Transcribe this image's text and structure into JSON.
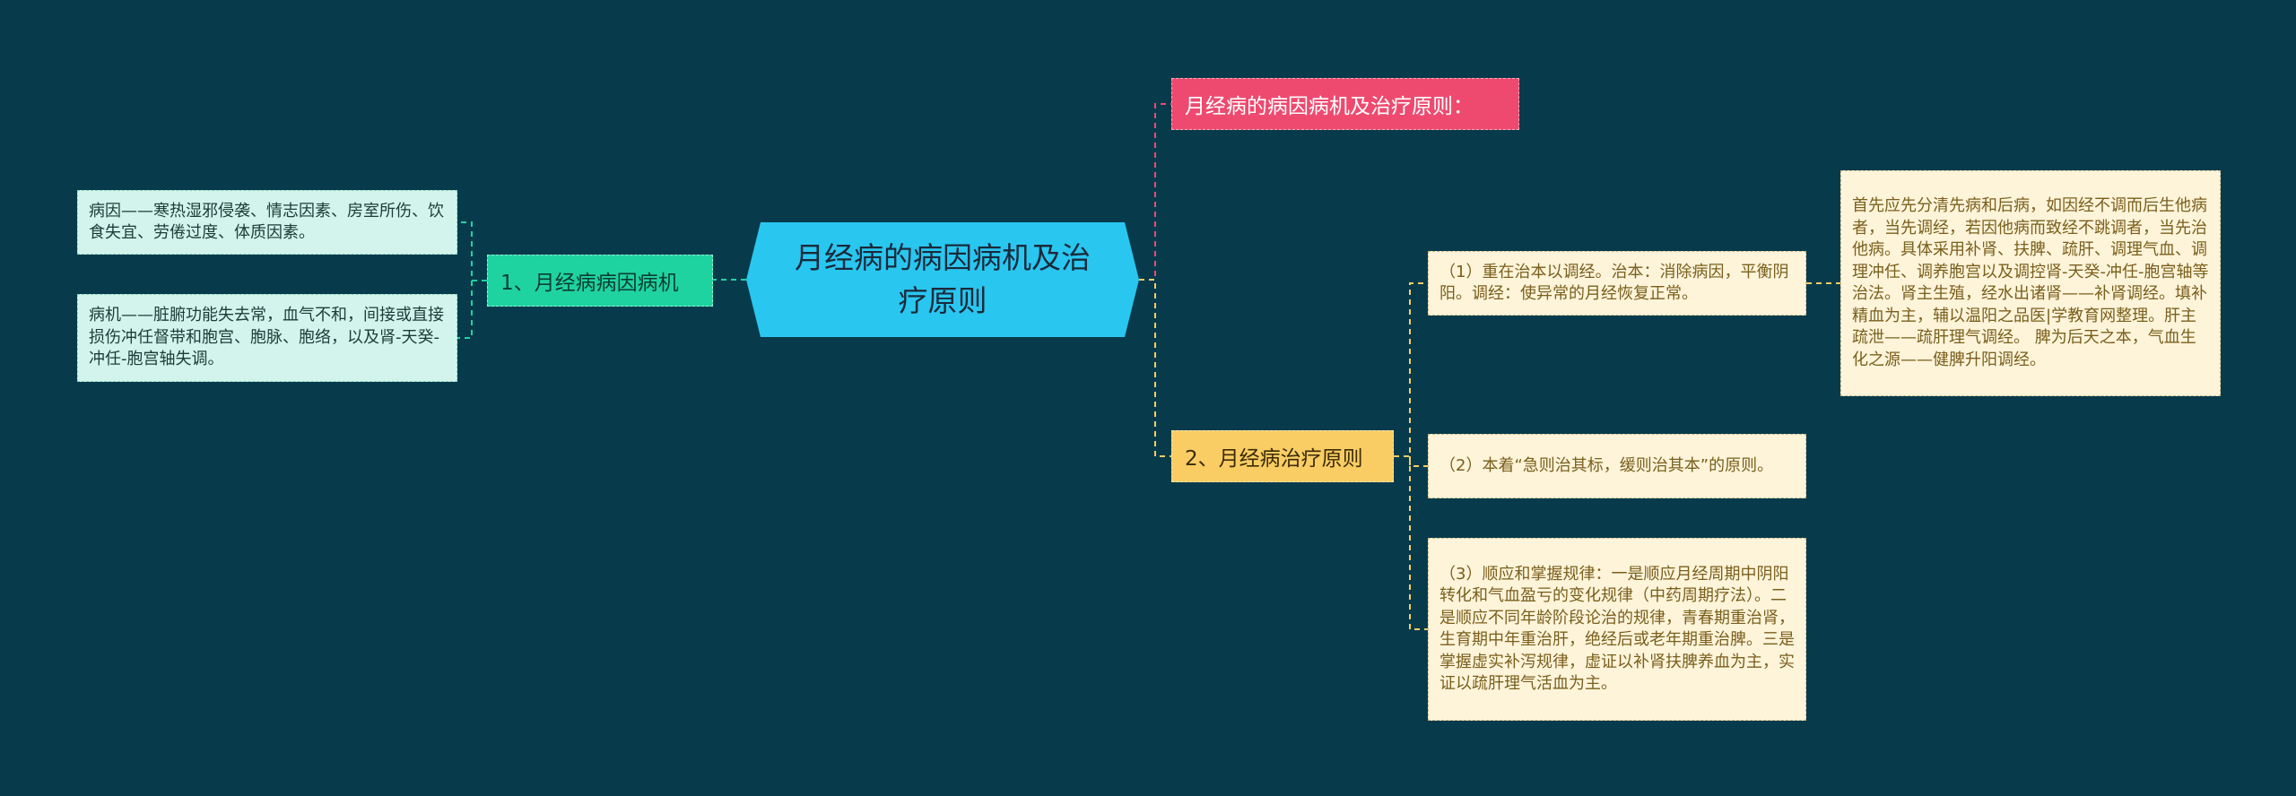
{
  "colors": {
    "background": "#073b4c",
    "root": "#29c6f0",
    "branch_cause": "#1fd3a1",
    "branch_title": "#ee4a6f",
    "branch_treatment": "#f9cd63",
    "leaf_mint": "#d3f4ec",
    "leaf_cream": "#fdf4da"
  },
  "root": {
    "label": "月经病的病因病机及治疗原则"
  },
  "branches": {
    "title": {
      "label": "月经病的病因病机及治疗原则："
    },
    "cause": {
      "label": "1、月经病病因病机",
      "leaves": [
        "病因——寒热湿邪侵袭、情志因素、房室所伤、饮食失宜、劳倦过度、体质因素。",
        "病机——脏腑功能失去常，血气不和，间接或直接损伤冲任督带和胞宫、胞脉、胞络，以及肾-天癸-冲任-胞宫轴失调。"
      ]
    },
    "treatment": {
      "label": "2、月经病治疗原则",
      "leaves": [
        "（1）重在治本以调经。治本：消除病因，平衡阴阳。调经：使异常的月经恢复正常。",
        "（2）本着“急则治其标，缓则治其本”的原则。",
        "（3）顺应和掌握规律：一是顺应月经周期中阴阳转化和气血盈亏的变化规律（中药周期疗法）。二是顺应不同年龄阶段论治的规律，青春期重治肾，生育期中年重治肝，绝经后或老年期重治脾。三是掌握虚实补泻规律，虚证以补肾扶脾养血为主，实证以疏肝理气活血为主。"
      ],
      "detail": "首先应先分清先病和后病，如因经不调而后生他病者，当先调经，若因他病而致经不跳调者，当先治他病。具体采用补肾、扶脾、疏肝、调理气血、调理冲任、调养胞宫以及调控肾-天癸-冲任-胞宫轴等治法。肾主生殖，经水出诸肾——补肾调经。填补精血为主，辅以温阳之品医|学教育网整理。肝主疏泄——疏肝理气调经。 脾为后天之本，气血生化之源——健脾升阳调经。"
    }
  }
}
